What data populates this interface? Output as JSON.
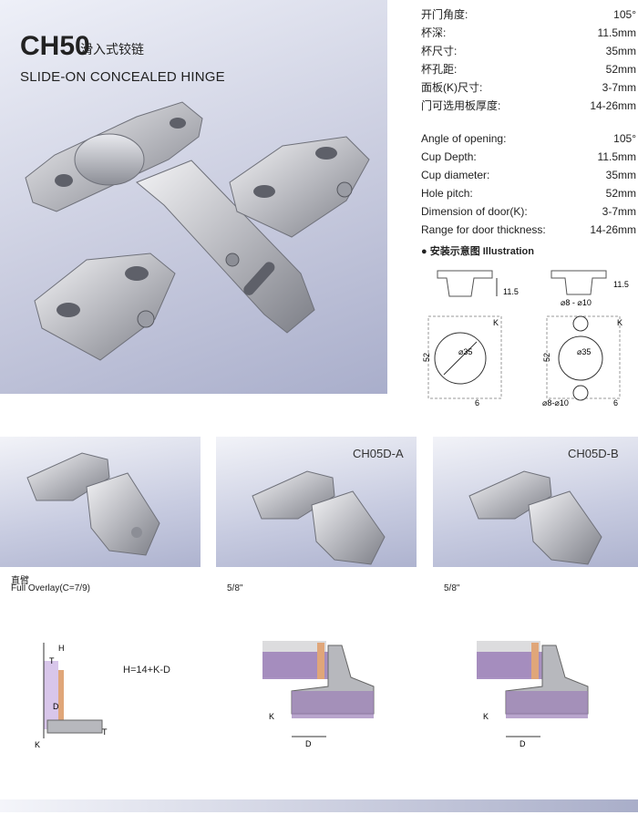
{
  "header": {
    "model": "CH50",
    "name_cn": "滑入式铰链",
    "name_en": "SLIDE-ON CONCEALED HINGE"
  },
  "specs_cn": [
    {
      "label": "开门角度:",
      "value": "105°"
    },
    {
      "label": "杯深:",
      "value": "11.5mm"
    },
    {
      "label": "杯尺寸:",
      "value": "35mm"
    },
    {
      "label": "杯孔距:",
      "value": "52mm"
    },
    {
      "label": "面板(K)尺寸:",
      "value": "3-7mm"
    },
    {
      "label": "门可选用板厚度:",
      "value": "14-26mm"
    }
  ],
  "specs_en": [
    {
      "label": "Angle of opening:",
      "value": "105°"
    },
    {
      "label": "Cup Depth:",
      "value": "11.5mm"
    },
    {
      "label": "Cup diameter:",
      "value": "35mm"
    },
    {
      "label": "Hole pitch:",
      "value": "52mm"
    },
    {
      "label": "Dimension of door(K):",
      "value": "3-7mm"
    },
    {
      "label": "Range for door thickness:",
      "value": "14-26mm"
    }
  ],
  "illustration": {
    "title": "● 安装示意图 Illustration",
    "depth": "11.5",
    "dowel": "⌀8 - ⌀10",
    "diameter": "⌀35",
    "pitch": "52",
    "offset": "6",
    "k": "K",
    "dowel2": "⌀8-⌀10"
  },
  "variants": [
    {
      "label": "",
      "caption_cn": "直臂",
      "caption": "Full Overlay(C=7/9)"
    },
    {
      "label": "CH05D-A",
      "caption_cn": "",
      "caption": "5/8\""
    },
    {
      "label": "CH05D-B",
      "caption_cn": "",
      "caption": "5/8\""
    }
  ],
  "diagrams": {
    "formula": "H=14+K-D",
    "h": "H",
    "t": "T",
    "d": "D",
    "k": "K"
  },
  "colors": {
    "door_purple": "#9b7fb8",
    "edge_orange": "#e0a679",
    "hinge_gray": "#b7b8bd",
    "bg_gradient": "#aeb3cf"
  }
}
